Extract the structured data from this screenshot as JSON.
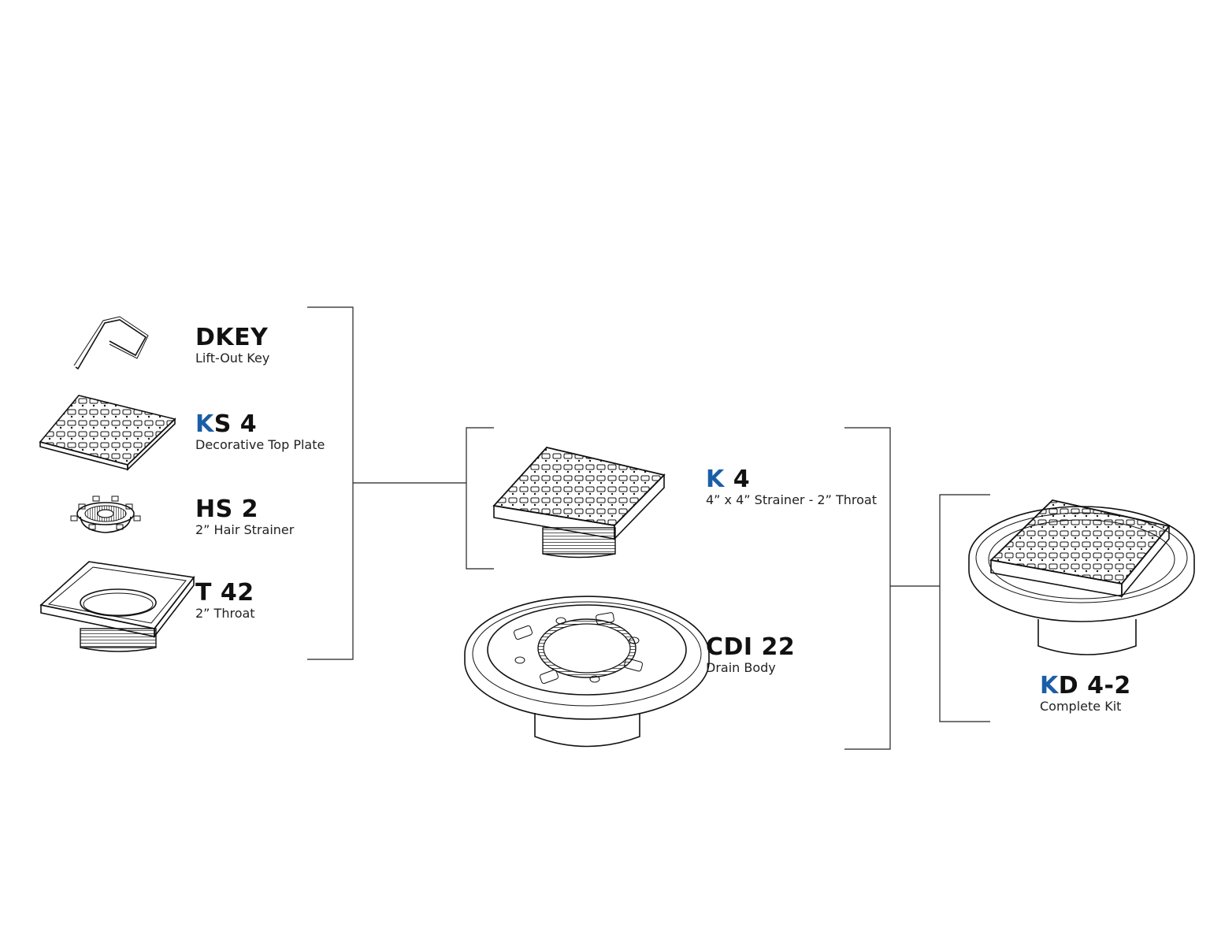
{
  "colors": {
    "accent": "#1b5ea8",
    "line": "#111111",
    "background": "#ffffff"
  },
  "parts": {
    "dkey": {
      "code": "DKEY",
      "desc": "Lift-Out Key"
    },
    "ks4": {
      "code_accent": "K",
      "code_rest": "S 4",
      "desc": "Decorative Top Plate"
    },
    "hs2": {
      "code": "HS 2",
      "desc": "2” Hair Strainer"
    },
    "t42": {
      "code": "T 42",
      "desc": "2” Throat"
    }
  },
  "assemblies": {
    "k4": {
      "code_accent": "K",
      "code_rest": " 4",
      "desc": "4” x 4” Strainer - 2” Throat"
    },
    "cdi22": {
      "code": "CDI 22",
      "desc": "Drain Body"
    },
    "kd42": {
      "code_accent": "K",
      "code_rest": "D 4-2",
      "desc": "Complete Kit"
    }
  },
  "icons": [
    "lift-key-icon",
    "top-plate-icon",
    "hair-strainer-icon",
    "throat-icon",
    "strainer-assembly-icon",
    "drain-body-icon",
    "complete-kit-icon"
  ]
}
